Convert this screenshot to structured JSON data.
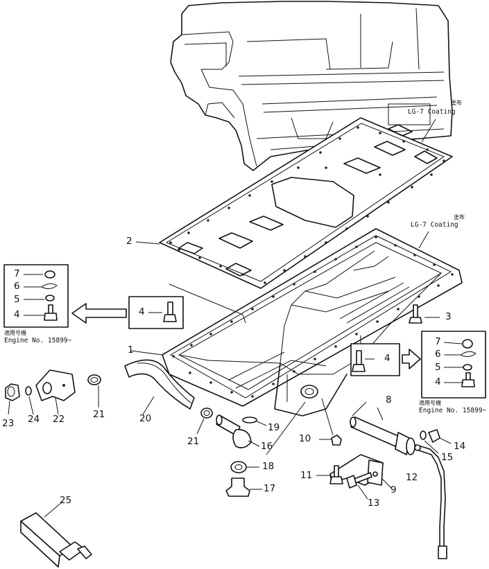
{
  "coating_notes": [
    {
      "jp": "塗布",
      "en": "LG-7 Coating"
    },
    {
      "jp": "塗布",
      "en": "LG-7 Coating"
    }
  ],
  "serial_notes": [
    {
      "jp": "適用号機",
      "en": "Engine No. 15899~"
    },
    {
      "jp": "適用号機",
      "en": "Engine No. 15899~"
    }
  ],
  "parts": {
    "p1": "1",
    "p2": "2",
    "p3": "3",
    "p4a": "4",
    "p4b": "4",
    "p8": "8",
    "p9": "9",
    "p10": "10",
    "p11": "11",
    "p12": "12",
    "p13": "13",
    "p14": "14",
    "p15": "15",
    "p16": "16",
    "p17": "17",
    "p18": "18",
    "p19": "19",
    "p20": "20",
    "p21a": "21",
    "p21b": "21",
    "p22": "22",
    "p23": "23",
    "p24": "24",
    "p25": "25"
  },
  "inset_left": {
    "items": [
      "7",
      "6",
      "5",
      "4"
    ]
  },
  "inset_right": {
    "items": [
      "7",
      "6",
      "5",
      "4"
    ]
  }
}
